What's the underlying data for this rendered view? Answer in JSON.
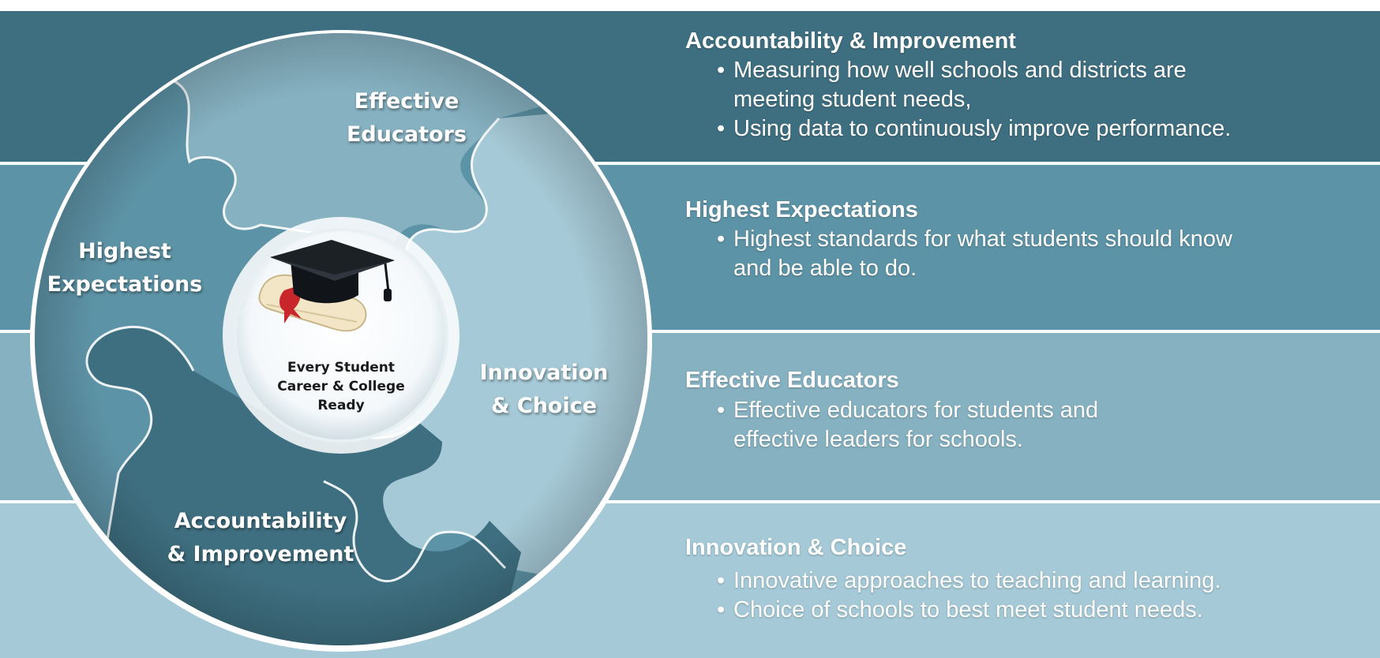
{
  "diagram": {
    "center_label_lines": [
      "Every Student",
      "Career & College",
      "Ready"
    ],
    "pieces": [
      {
        "id": "effective",
        "lines": [
          "Effective",
          "Educators"
        ]
      },
      {
        "id": "highest",
        "lines": [
          "Highest",
          "Expectations"
        ]
      },
      {
        "id": "innovation",
        "lines": [
          "Innovation",
          "& Choice"
        ]
      },
      {
        "id": "accountability",
        "lines": [
          "Accountability",
          "& Improvement"
        ]
      }
    ]
  },
  "bands": [
    {
      "id": "accountability",
      "color": "#3e6f80",
      "title": "Accountability & Improvement",
      "bullets": [
        {
          "lines": [
            "Measuring how well schools and districts are",
            "meeting student needs,"
          ]
        },
        {
          "lines": [
            "Using data to continuously improve performance."
          ]
        }
      ]
    },
    {
      "id": "highest",
      "color": "#5d93a6",
      "title": "Highest Expectations",
      "bullets": [
        {
          "lines": [
            "Highest standards for what students should know",
            "and be able to do."
          ]
        }
      ]
    },
    {
      "id": "effective",
      "color": "#86b1c1",
      "title": "Effective Educators",
      "bullets": [
        {
          "lines": [
            "Effective educators for students and",
            "effective leaders for schools."
          ]
        }
      ]
    },
    {
      "id": "innovation",
      "color": "#a5c9d6",
      "title": "Innovation & Choice",
      "bullets": [
        {
          "lines": [
            "Innovative approaches to teaching and learning."
          ]
        },
        {
          "lines": [
            "Choice of schools to best meet student needs."
          ]
        }
      ]
    }
  ]
}
